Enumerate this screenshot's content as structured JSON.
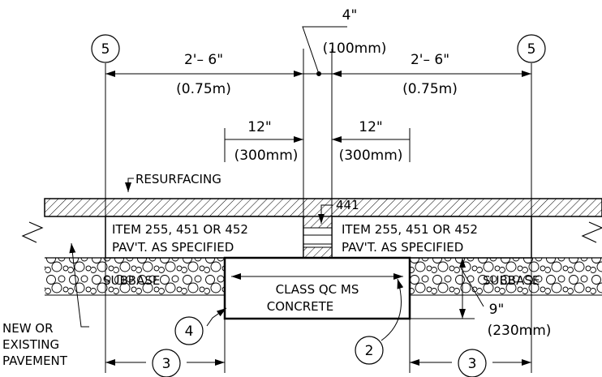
{
  "dimensions": {
    "joint_width": "4\"",
    "joint_width_metric": "(100mm)",
    "dowel_left": "2'– 6\"",
    "dowel_left_metric": "(0.75m)",
    "dowel_right": "2'– 6\"",
    "dowel_right_metric": "(0.75m)",
    "inner_left": "12\"",
    "inner_left_metric": "(300mm)",
    "inner_right": "12\"",
    "inner_right_metric": "(300mm)",
    "slab_depth": "9\"",
    "slab_depth_metric": "(230mm)"
  },
  "labels": {
    "resurfacing": "RESURFACING",
    "item_441": "441",
    "pavement_left_line1": "ITEM 255, 451 OR 452",
    "pavement_left_line2": "PAV'T. AS SPECIFIED",
    "pavement_right_line1": "ITEM 255, 451 OR 452",
    "pavement_right_line2": "PAV'T. AS SPECIFIED",
    "subbase_left": "SUBBASE",
    "subbase_right": "SUBBASE",
    "concrete_line1": "CLASS QC MS",
    "concrete_line2": "CONCRETE",
    "existing_line1": "NEW OR",
    "existing_line2": "EXISTING",
    "existing_line3": "PAVEMENT"
  },
  "callouts": {
    "c5_left": "5",
    "c5_right": "5",
    "c4": "4",
    "c2": "2",
    "c3_left": "3",
    "c3_right": "3"
  }
}
